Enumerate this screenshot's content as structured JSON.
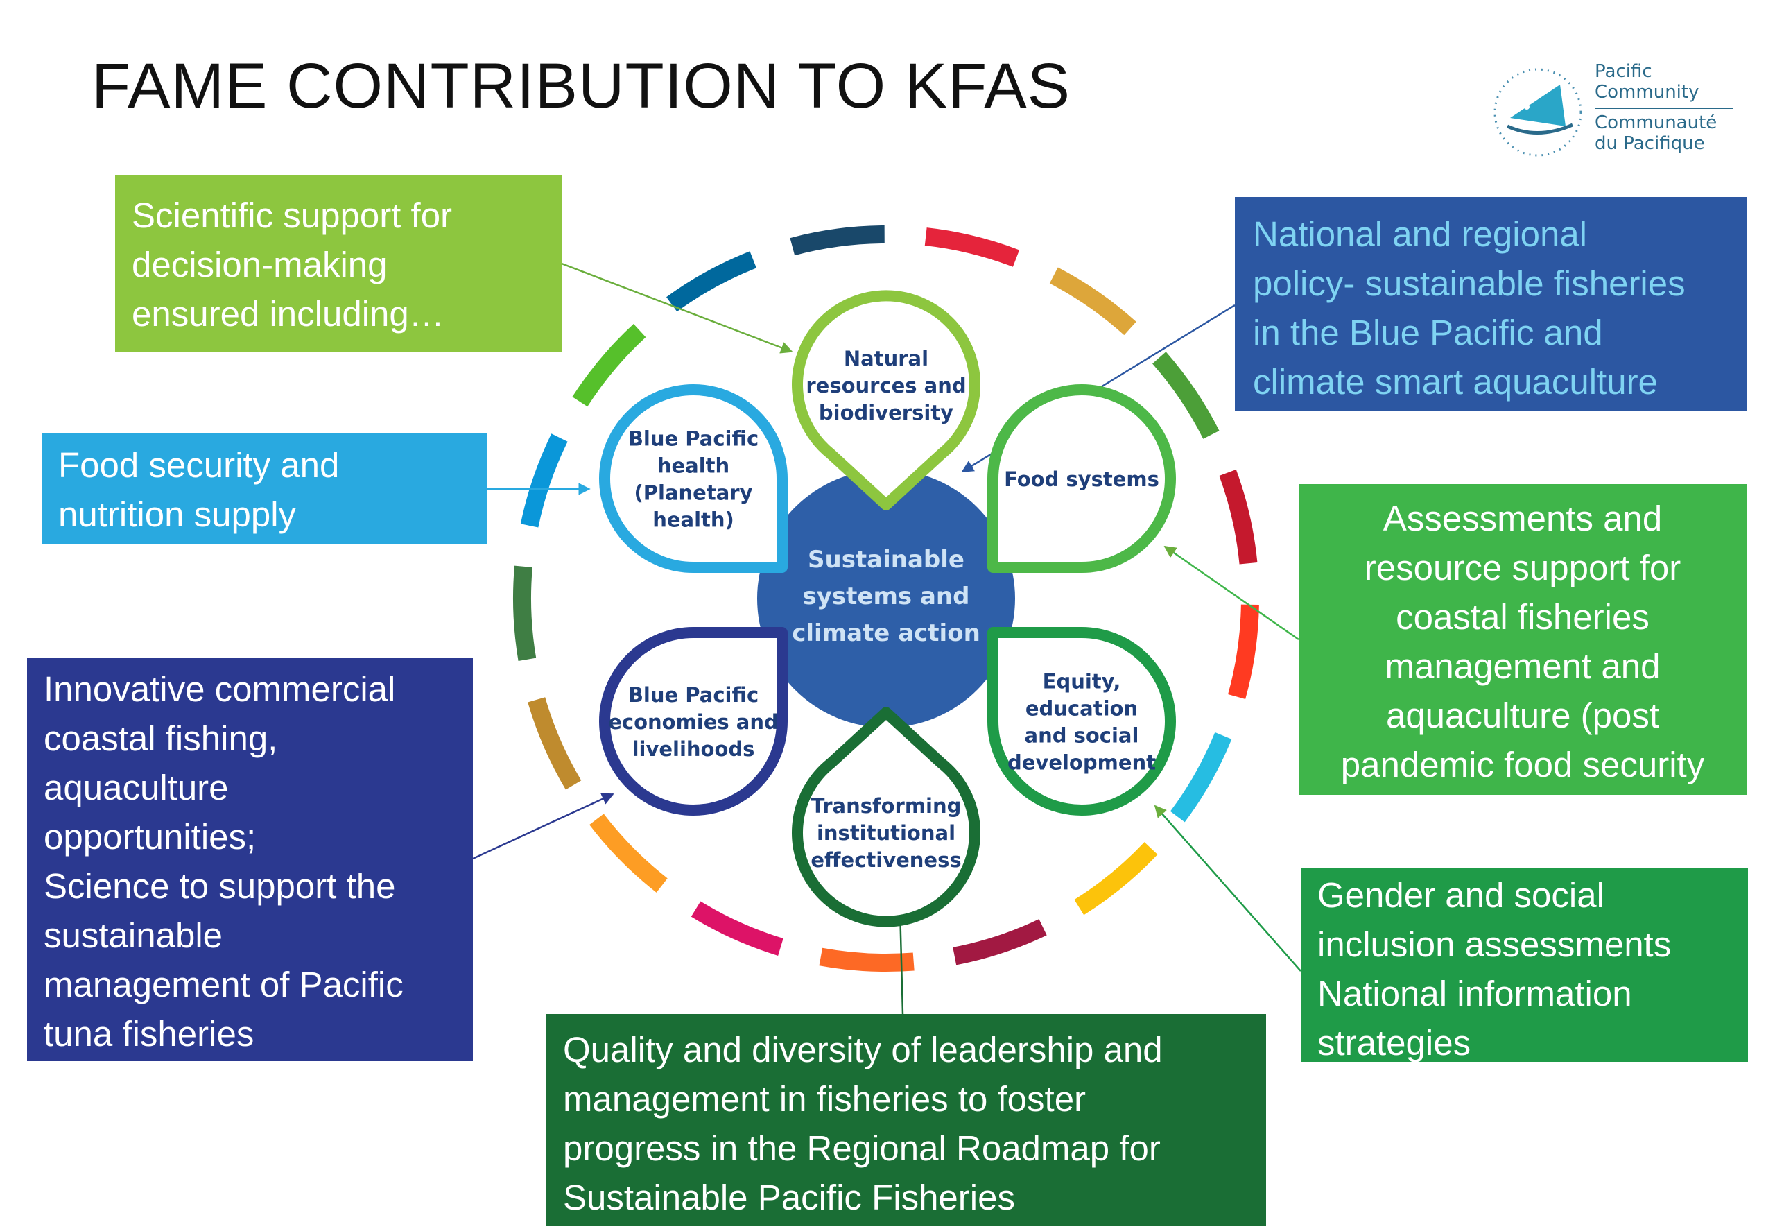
{
  "title": "FAME CONTRIBUTION TO KFAS",
  "logo": {
    "line1": "Pacific",
    "line2": "Community",
    "line3": "Communauté",
    "line4": "du Pacifique"
  },
  "center": {
    "lines": [
      "Sustainable",
      "systems and",
      "climate action"
    ],
    "color": "#2e5fa8"
  },
  "nodes": [
    {
      "id": "natural",
      "lines": [
        "Natural",
        "resources and",
        "biodiversity"
      ],
      "color": "#8dc63f"
    },
    {
      "id": "food-systems",
      "lines": [
        "Food systems"
      ],
      "color": "#4db848"
    },
    {
      "id": "equity",
      "lines": [
        "Equity,",
        "education",
        "and social",
        "development"
      ],
      "color": "#1f9b48"
    },
    {
      "id": "transforming",
      "lines": [
        "Transforming",
        "institutional",
        "effectiveness"
      ],
      "color": "#1a6e35"
    },
    {
      "id": "economies",
      "lines": [
        "Blue Pacific",
        "economies and",
        "livelihoods"
      ],
      "color": "#2b3990"
    },
    {
      "id": "health",
      "lines": [
        "Blue Pacific",
        "health",
        "(Planetary",
        "health)"
      ],
      "color": "#29a9e0"
    }
  ],
  "boxes": [
    {
      "id": "scientific",
      "text": "Scientific support for\ndecision-making\nensured including…",
      "color": "#8dc63f"
    },
    {
      "id": "national",
      "text": "National and regional\npolicy- sustainable fisheries\nin the Blue Pacific and\nclimate smart aquaculture",
      "color": "#2c57a2",
      "text_color": "#7fd3f2"
    },
    {
      "id": "food-security",
      "text": "Food security and\nnutrition supply",
      "color": "#29a9e0"
    },
    {
      "id": "assessments",
      "text": "Assessments and\nresource support for\ncoastal fisheries\nmanagement and\naquaculture (post\npandemic food security",
      "color": "#3fb54a"
    },
    {
      "id": "innovative",
      "text": "Innovative commercial\ncoastal fishing,\naquaculture\nopportunities;\nScience to support the\nsustainable\nmanagement of Pacific\ntuna fisheries",
      "color": "#2b3990"
    },
    {
      "id": "gender",
      "text": "Gender and social\ninclusion assessments\nNational information\nstrategies",
      "color": "#1f9b48"
    },
    {
      "id": "quality",
      "text": "Quality and diversity of leadership and\nmanagement in fisheries to foster\nprogress in the Regional Roadmap for\nSustainable Pacific Fisheries",
      "color": "#1a6e35"
    }
  ],
  "ring_colors": [
    "#e5243b",
    "#dda63a",
    "#4c9f38",
    "#c5192d",
    "#ff3a21",
    "#26bde2",
    "#fcc30b",
    "#a21942",
    "#fd6925",
    "#dd1367",
    "#fd9d24",
    "#bf8b2e",
    "#3f7e44",
    "#0a97d9",
    "#56c02b",
    "#00689d",
    "#19486a"
  ]
}
